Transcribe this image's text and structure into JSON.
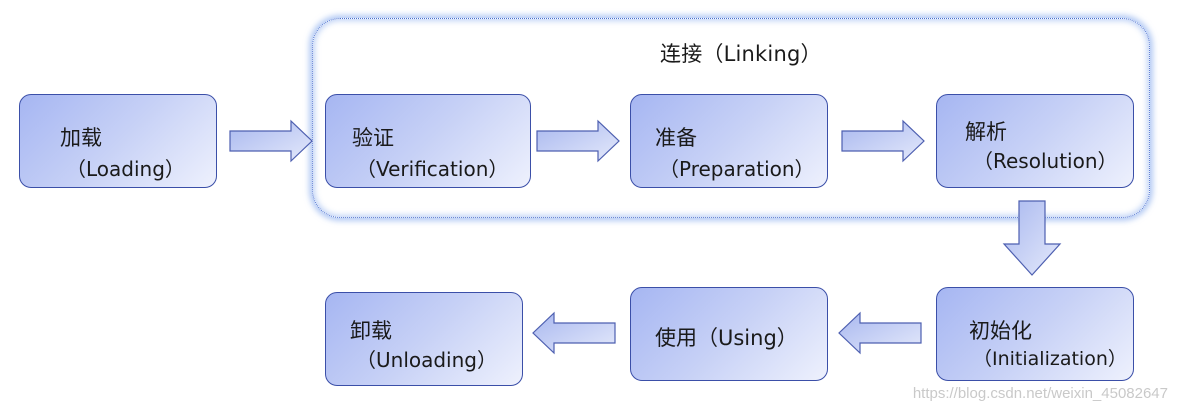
{
  "linking": {
    "title": "连接（Linking）"
  },
  "stages": {
    "loading": {
      "zh": "加载",
      "en": "（Loading）"
    },
    "verification": {
      "zh": "验证",
      "en": "（Verification）"
    },
    "preparation": {
      "zh": "准备",
      "en": "（Preparation）"
    },
    "resolution": {
      "zh": "解析",
      "en": "（Resolution）"
    },
    "initialization": {
      "zh": "初始化",
      "en": "（Initialization）"
    },
    "using": {
      "zh": "使用（Using）"
    },
    "unloading": {
      "zh": "卸载",
      "en": "（Unloading）"
    }
  },
  "watermark": "https://blog.csdn.net/weixin_45082647",
  "colors": {
    "box_gradient_start": "#a6b6f2",
    "box_gradient_end": "#eef1fd",
    "box_border": "#3b4fa8",
    "arrow_fill_start": "#a9b8ef",
    "arrow_fill_end": "#e4e9fb",
    "arrow_stroke": "#4d5fb0",
    "linking_glow": "#78a0eb"
  }
}
